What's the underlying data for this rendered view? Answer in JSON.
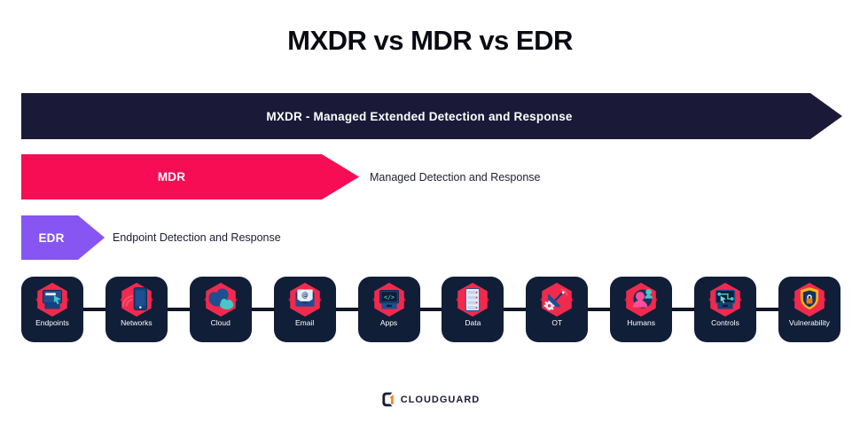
{
  "title": "MXDR vs MDR vs EDR",
  "banners": [
    {
      "id": "mxdr",
      "label": "MXDR - Managed Extended Detection and Response",
      "outside_label": "",
      "color": "#1a1a38"
    },
    {
      "id": "mdr",
      "label": "MDR",
      "outside_label": "Managed Detection and Response",
      "color": "#f60d54"
    },
    {
      "id": "edr",
      "label": "EDR",
      "outside_label": "Endpoint Detection and Response",
      "color": "#8655f2"
    }
  ],
  "assets": {
    "items": [
      {
        "label": "Endpoints",
        "icon": "endpoints-monitor-icon"
      },
      {
        "label": "Networks",
        "icon": "networks-device-icon"
      },
      {
        "label": "Cloud",
        "icon": "cloud-icon"
      },
      {
        "label": "Email",
        "icon": "email-envelope-icon"
      },
      {
        "label": "Apps",
        "icon": "apps-code-icon"
      },
      {
        "label": "Data",
        "icon": "data-server-icon"
      },
      {
        "label": "OT",
        "icon": "ot-satellite-icon"
      },
      {
        "label": "Humans",
        "icon": "humans-people-icon"
      },
      {
        "label": "Controls",
        "icon": "controls-monitor-icon"
      },
      {
        "label": "Vulnerability",
        "icon": "vulnerability-shield-icon"
      }
    ]
  },
  "footer": {
    "logo_text": "CLOUDGUARD"
  },
  "colors": {
    "navy": "#1a1a38",
    "pink": "#f60d54",
    "purple": "#8655f2",
    "tile": "#101e38",
    "hexagon": "#f12a4d",
    "teal": "#45c8c8",
    "blue": "#1d4f91",
    "orange": "#f58220"
  }
}
